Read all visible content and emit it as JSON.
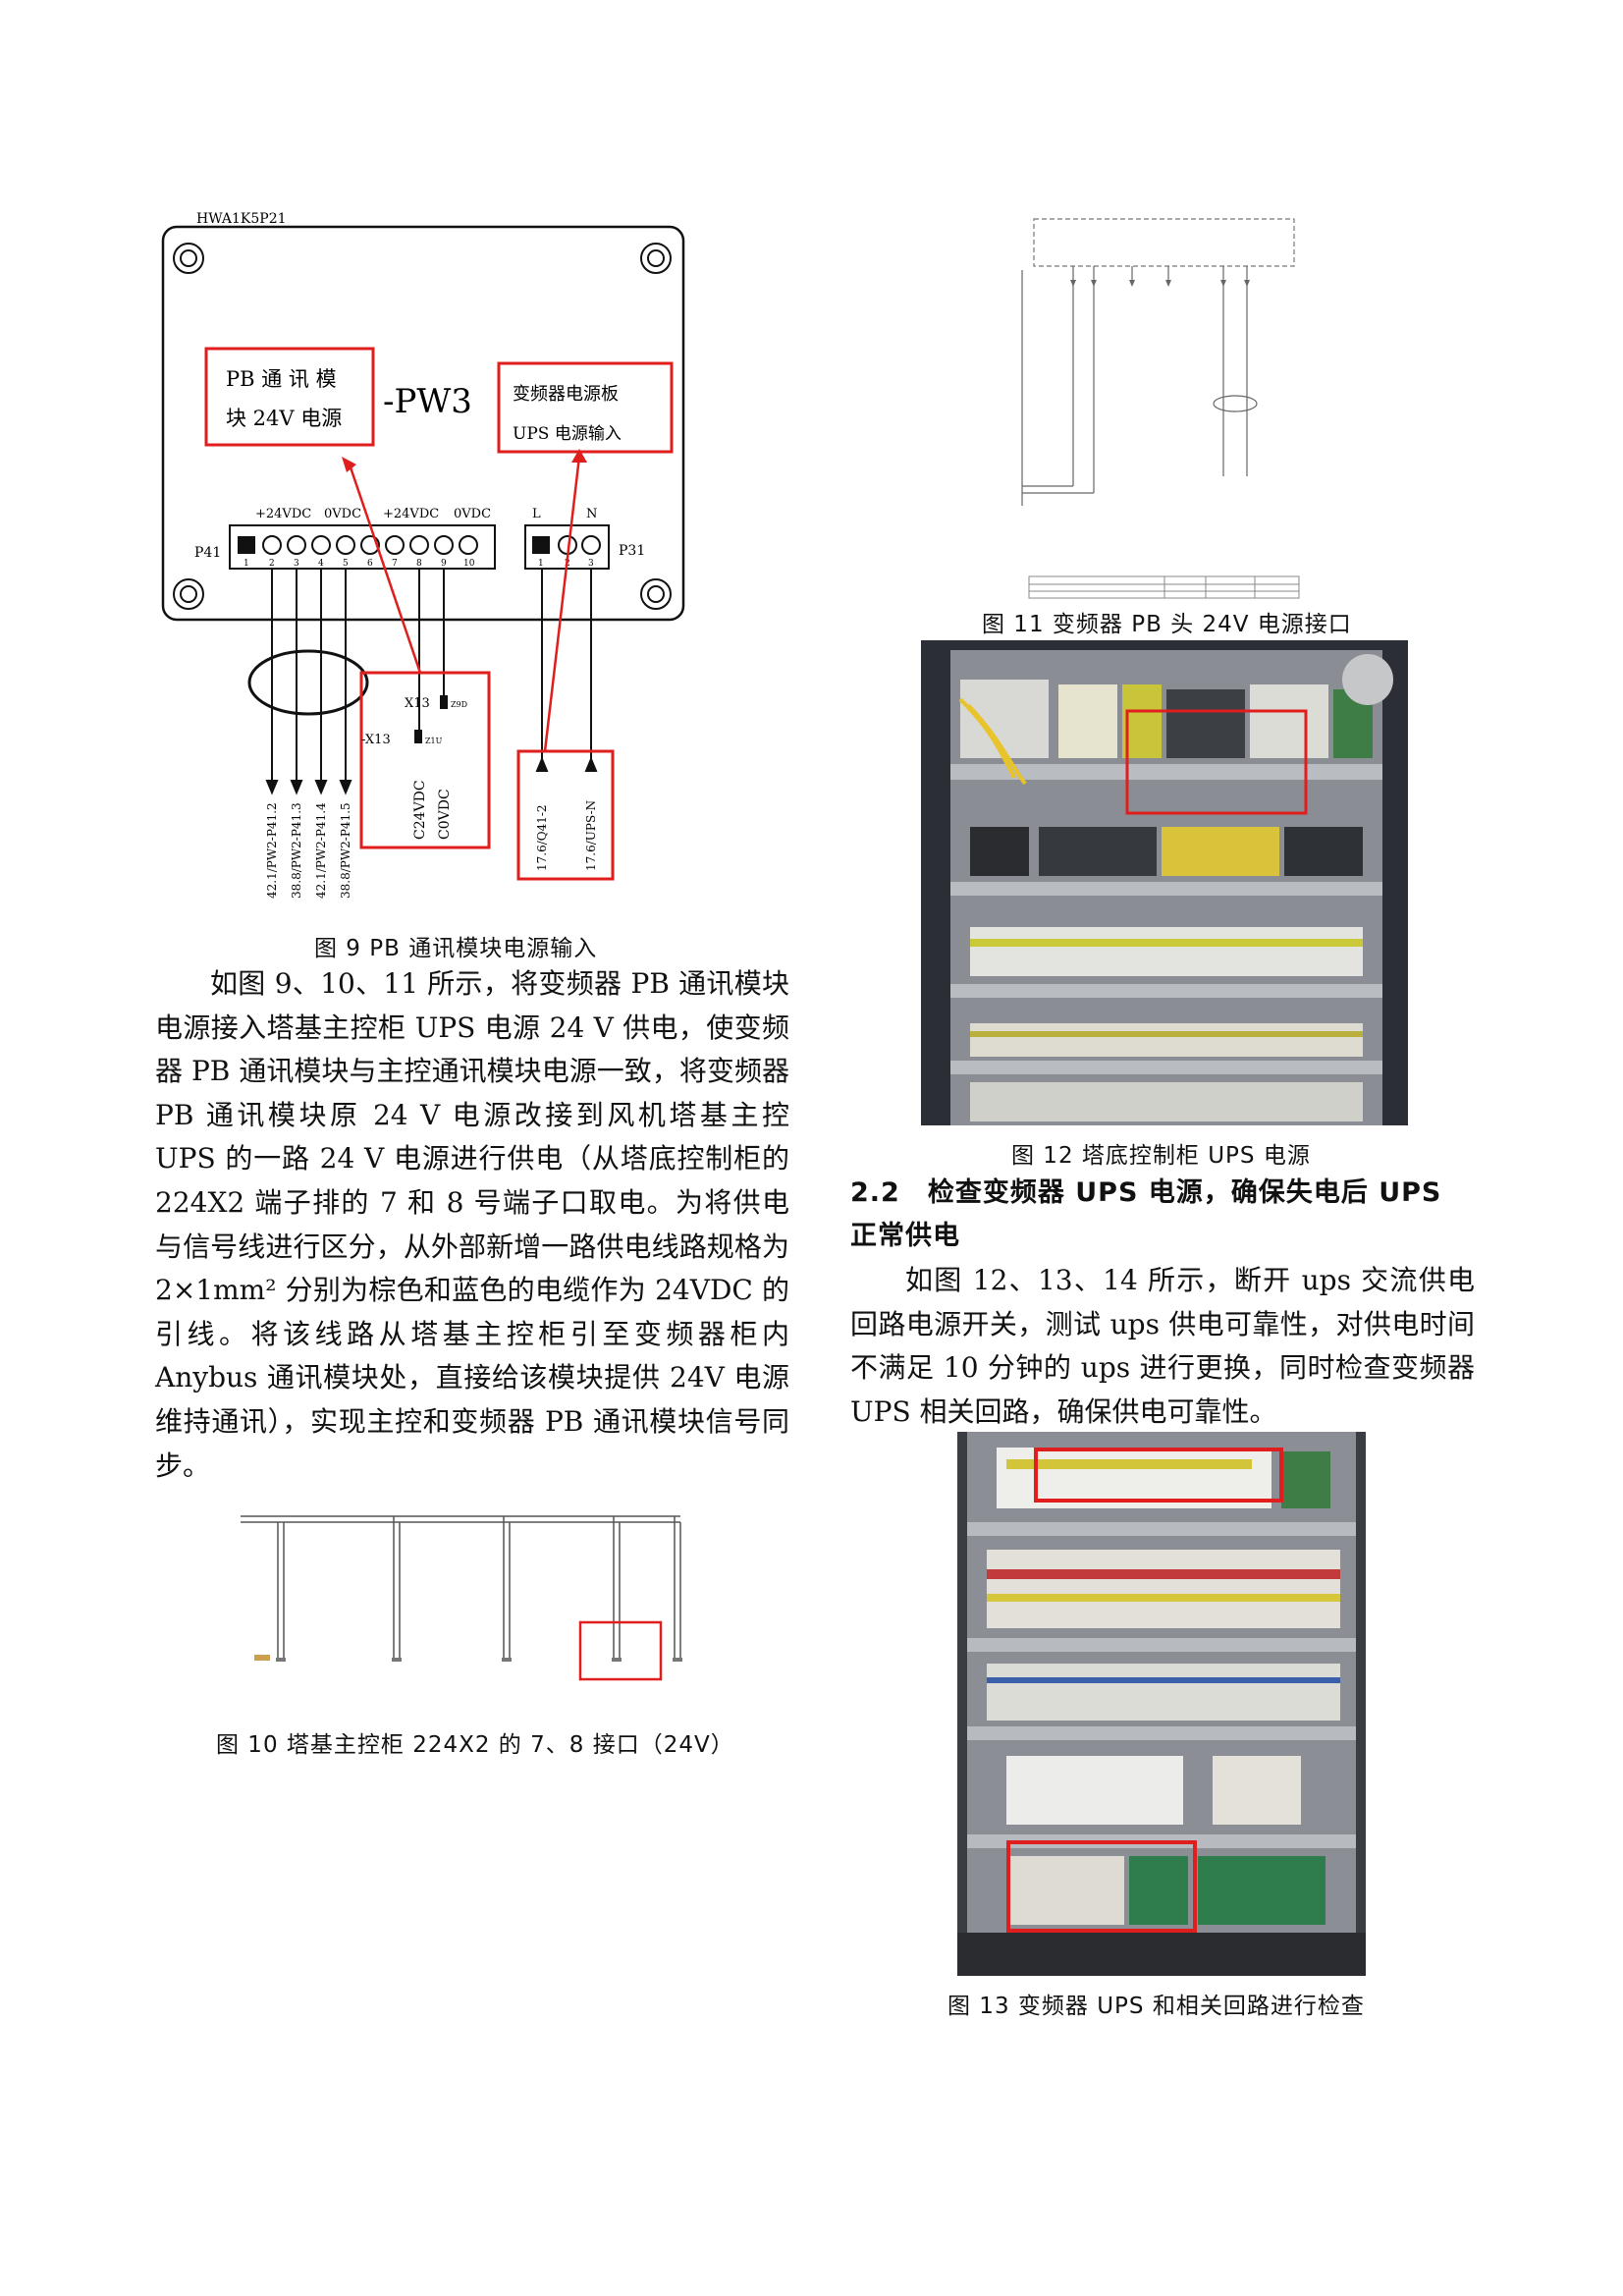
{
  "figure9": {
    "board_code": "HWA1K5P21",
    "box_left_line1": "PB 通 讯 模",
    "box_left_line2": "块 24V 电源",
    "pw_label": "-PW3",
    "box_right_line1": "变频器电源板",
    "box_right_line2": "UPS 电源输入",
    "header_labels": [
      "+24VDC",
      "0VDC",
      "+24VDC",
      "0VDC",
      "L",
      "N"
    ],
    "connector_left": "P41",
    "connector_right": "P31",
    "pin_numbers_left": [
      "1",
      "2",
      "3",
      "4",
      "5",
      "6",
      "7",
      "8",
      "9",
      "10"
    ],
    "pin_numbers_right": [
      "1",
      "2",
      "3"
    ],
    "x13_top": "X13",
    "x13_top_sub": "Z9D",
    "x13_bottom": "-X13",
    "x13_bottom_sub": "Z1U",
    "bottom_labels": [
      "42.1/PW2-P41.2",
      "38.8/PW2-P41.3",
      "42.1/PW2-P41.4",
      "38.8/PW2-P41.5",
      "C24VDC",
      "C0VDC",
      "17.6/Q41-2",
      "17.6/UPS-N"
    ],
    "caption": "图 9  PB 通讯模块电源输入"
  },
  "body_left": "如图 9、10、11 所示，将变频器 PB 通讯模块电源接入塔基主控柜 UPS 电源 24 V 供电，使变频器 PB 通讯模块与主控通讯模块电源一致，将变频器 PB 通讯模块原 24 V 电源改接到风机塔基主控 UPS 的一路 24 V 电源进行供电（从塔底控制柜的 224X2 端子排的 7 和 8 号端子口取电。为将供电与信号线进行区分，从外部新增一路供电线路规格为 2×1mm² 分别为棕色和蓝色的电缆作为 24VDC 的引线。将该线路从塔基主控柜引至变频器柜内 Anybus 通讯模块处，直接给该模块提供 24V 电源维持通讯），实现主控和变频器 PB 通讯模块信号同步。",
  "figure10": {
    "caption": "图 10  塔基主控柜 224X2 的 7、8 接口（24V）"
  },
  "figure11": {
    "caption": "图 11  变频器 PB 头 24V 电源接口"
  },
  "figure12": {
    "caption": "图 12  塔底控制柜 UPS 电源"
  },
  "section": {
    "heading": "2.2　检查变频器 UPS 电源，确保失电后 UPS 正常供电",
    "body": "如图 12、13、14 所示，断开 ups 交流供电回路电源开关，测试 ups 供电可靠性，对供电时间不满足 10 分钟的 ups 进行更换，同时检查变频器 UPS 相关回路，确保供电可靠性。"
  },
  "figure13": {
    "caption": "图 13  变频器 UPS 和相关回路进行检查"
  },
  "colors": {
    "highlight_red": "#e01e1e",
    "cabinet_gray": "#8a8e94"
  }
}
